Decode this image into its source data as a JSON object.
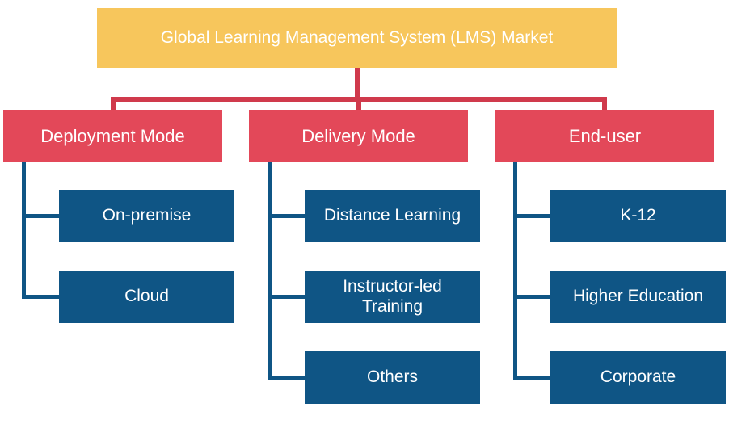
{
  "colors": {
    "root_fill": "#f7c65c",
    "category_fill": "#e34859",
    "leaf_fill": "#0f5585",
    "connector_red": "#d03a4c",
    "connector_blue": "#0f5585"
  },
  "root": {
    "label": "Global Learning Management System (LMS) Market"
  },
  "categories": [
    {
      "label": "Deployment Mode",
      "items": [
        "On-premise",
        "Cloud"
      ]
    },
    {
      "label": "Delivery Mode",
      "items": [
        "Distance Learning",
        "Instructor-led Training",
        "Others"
      ]
    },
    {
      "label": "End-user",
      "items": [
        "K-12",
        "Higher Education",
        "Corporate"
      ]
    }
  ]
}
